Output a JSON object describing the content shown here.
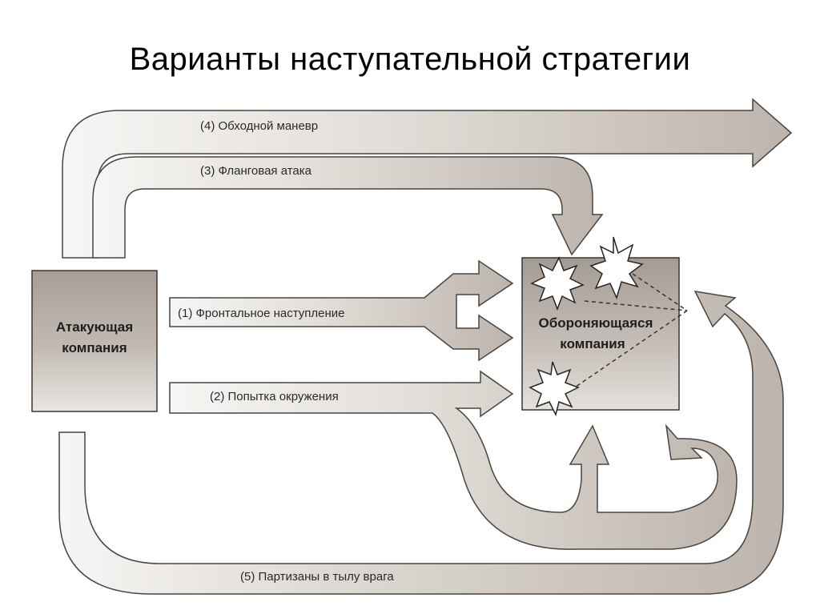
{
  "slide": {
    "title": "Варианты наступательной стратегии"
  },
  "diagram": {
    "attacker": {
      "line1": "Атакующая",
      "line2": "компания"
    },
    "defender": {
      "line1": "Обороняющаяся",
      "line2": "компания"
    },
    "strategies": [
      {
        "label": "(1) Фронтальное наступление"
      },
      {
        "label": "(2) Попытка окружения"
      },
      {
        "label": "(3) Фланговая атака"
      },
      {
        "label": "(4) Обходной маневр"
      },
      {
        "label": "(5) Партизаны в тылу врага"
      }
    ],
    "colors": {
      "arrow_fill": "#bdb5ad",
      "arrow_stroke": "#4a4440",
      "box_fill": "#b1a9a1",
      "light_fill": "#f4f2ef"
    }
  }
}
